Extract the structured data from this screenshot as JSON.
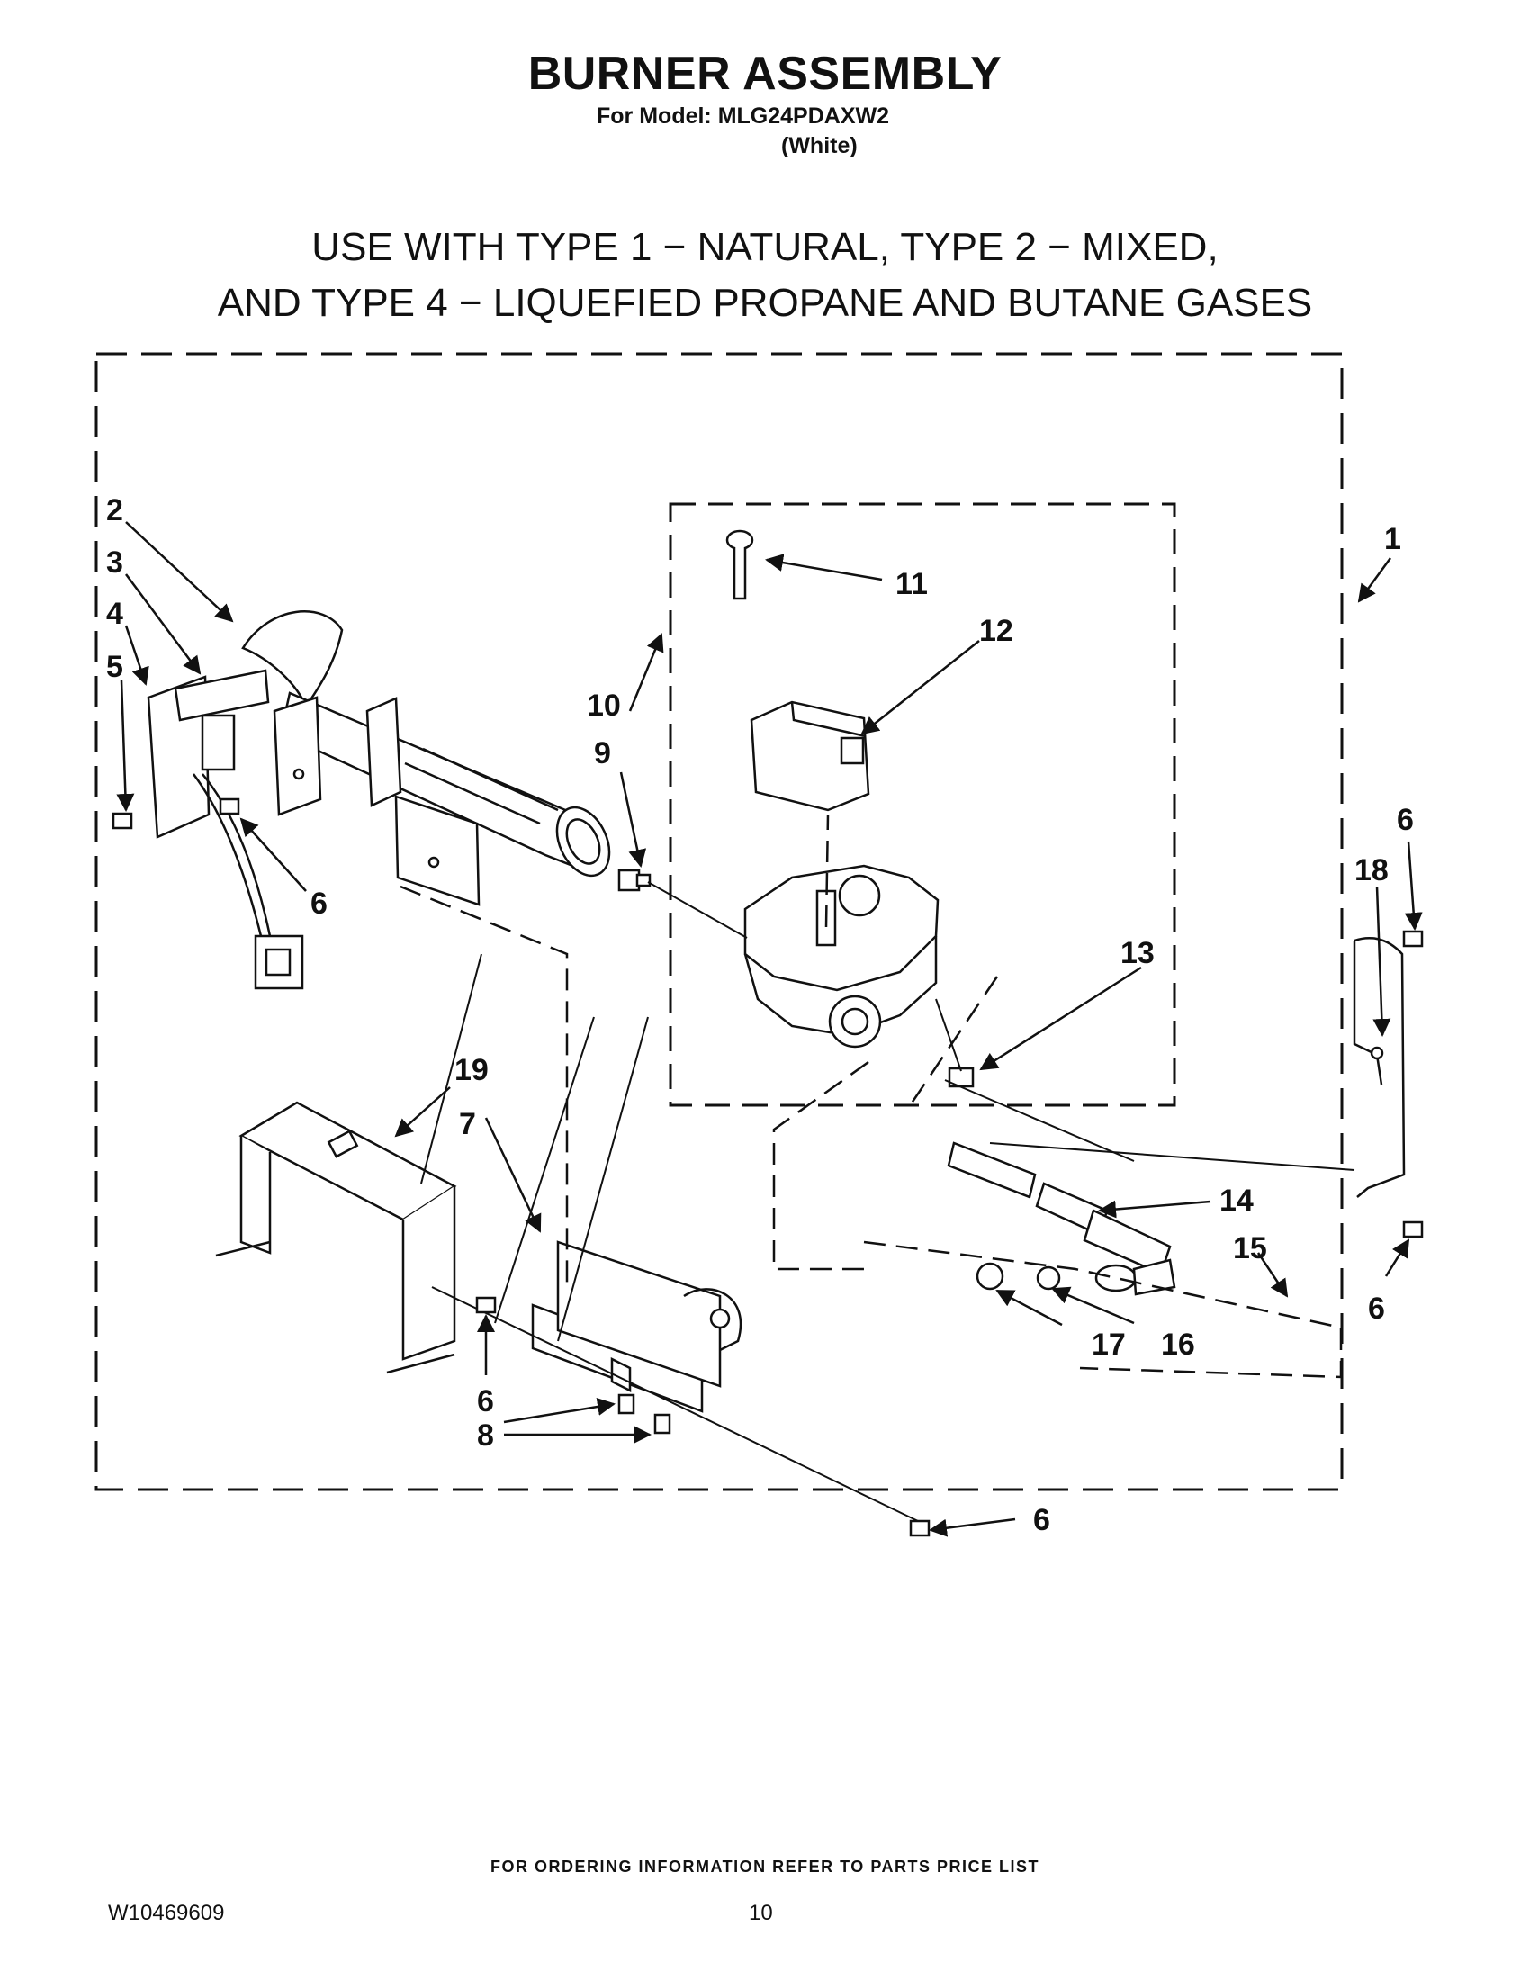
{
  "header": {
    "title": "BURNER ASSEMBLY",
    "model_line": "For Model: MLG24PDAXW2",
    "color_line": "(White)"
  },
  "usage": {
    "line1": "USE WITH TYPE 1 − NATURAL, TYPE 2 − MIXED,",
    "line2": "AND TYPE 4 − LIQUEFIED PROPANE AND BUTANE GASES"
  },
  "callouts": {
    "c1": "1",
    "c2": "2",
    "c3": "3",
    "c4": "4",
    "c5": "5",
    "c6a": "6",
    "c6b": "6",
    "c6c": "6",
    "c6d": "6",
    "c6e": "6",
    "c6f": "6",
    "c7": "7",
    "c8": "8",
    "c9": "9",
    "c10": "10",
    "c11": "11",
    "c12": "12",
    "c13": "13",
    "c14": "14",
    "c15": "15",
    "c16": "16",
    "c17": "17",
    "c18": "18",
    "c19": "19"
  },
  "footer": {
    "ordering_note": "FOR ORDERING INFORMATION REFER TO PARTS PRICE LIST",
    "doc_number": "W10469609",
    "page_number": "10"
  }
}
